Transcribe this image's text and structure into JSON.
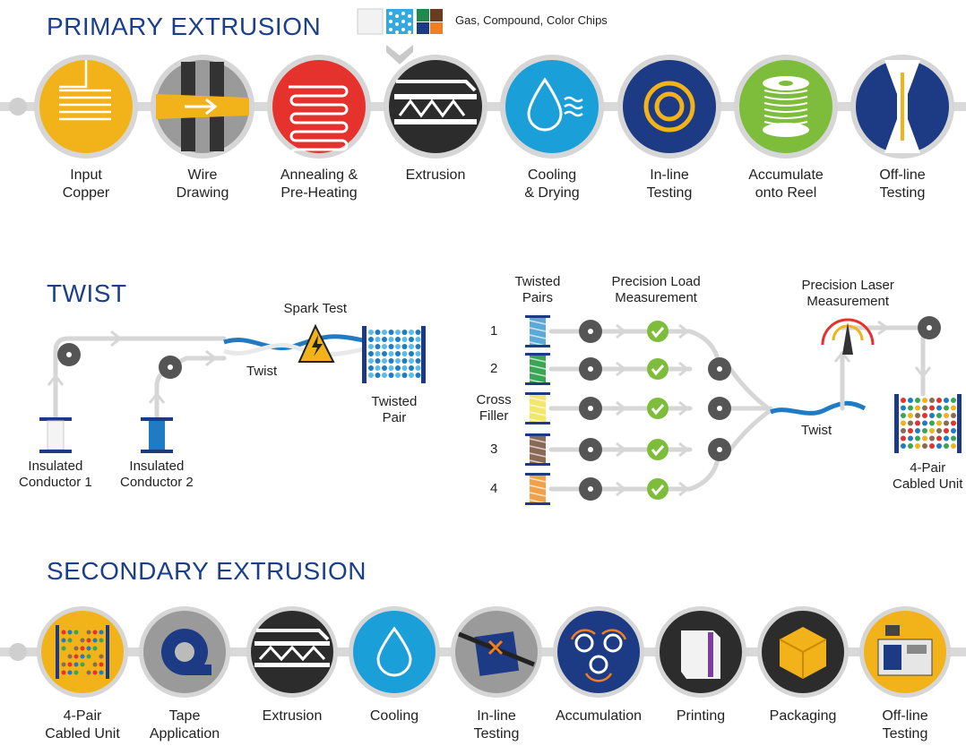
{
  "colors": {
    "heading": "#1b3f8b",
    "track": "#d9d9d9",
    "copper": "#f2b31a",
    "red": "#e5322d",
    "dark": "#2c2c2c",
    "cyan": "#1a9fd9",
    "navy": "#1d3b84",
    "green": "#7dbd3b",
    "blue_wire": "#1f7bc3"
  },
  "primary": {
    "title": "PRIMARY EXTRUSION",
    "legend": "Gas, Compound, Color Chips",
    "steps": [
      {
        "icon": "copper-coil-icon",
        "label": "Input\nCopper"
      },
      {
        "icon": "wire-drawing-icon",
        "label": "Wire\nDrawing"
      },
      {
        "icon": "annealing-coil-icon",
        "label": "Annealing &\nPre-Heating"
      },
      {
        "icon": "extruder-screw-icon",
        "label": "Extrusion"
      },
      {
        "icon": "water-drop-icon",
        "label": "Cooling\n& Drying"
      },
      {
        "icon": "target-ring-icon",
        "label": "In-line\nTesting"
      },
      {
        "icon": "reel-icon",
        "label": "Accumulate\nonto Reel"
      },
      {
        "icon": "tensile-test-icon",
        "label": "Off-line\nTesting"
      }
    ]
  },
  "twist": {
    "title": "TWIST",
    "spark_test": "Spark Test",
    "twist_label": "Twist",
    "twisted_pair": "Twisted\nPair",
    "conductor1": "Insulated\nConductor 1",
    "conductor2": "Insulated\nConductor 2",
    "twisted_pairs_header": "Twisted\nPairs",
    "load_header": "Precision Load\nMeasurement",
    "laser_header": "Precision Laser\nMeasurement",
    "twist_label2": "Twist",
    "cabled_unit": "4-Pair\nCabled Unit",
    "rows": [
      {
        "label": "1",
        "color": "#5aa9d6"
      },
      {
        "label": "2",
        "color": "#3aa655"
      },
      {
        "label": "Cross\nFiller",
        "color": "#f3e66a"
      },
      {
        "label": "3",
        "color": "#8a6a55"
      },
      {
        "label": "4",
        "color": "#f0a24a"
      }
    ]
  },
  "secondary": {
    "title": "SECONDARY EXTRUSION",
    "steps": [
      {
        "icon": "cabled-unit-icon",
        "label": "4-Pair\nCabled Unit"
      },
      {
        "icon": "tape-roll-icon",
        "label": "Tape\nApplication"
      },
      {
        "icon": "extruder-screw-icon",
        "label": "Extrusion"
      },
      {
        "icon": "water-drop-icon",
        "label": "Cooling"
      },
      {
        "icon": "inline-test-icon",
        "label": "In-line\nTesting"
      },
      {
        "icon": "accumulation-pulleys-icon",
        "label": "Accumulation"
      },
      {
        "icon": "printer-icon",
        "label": "Printing"
      },
      {
        "icon": "box-icon",
        "label": "Packaging"
      },
      {
        "icon": "test-machine-icon",
        "label": "Off-line\nTesting"
      }
    ]
  }
}
